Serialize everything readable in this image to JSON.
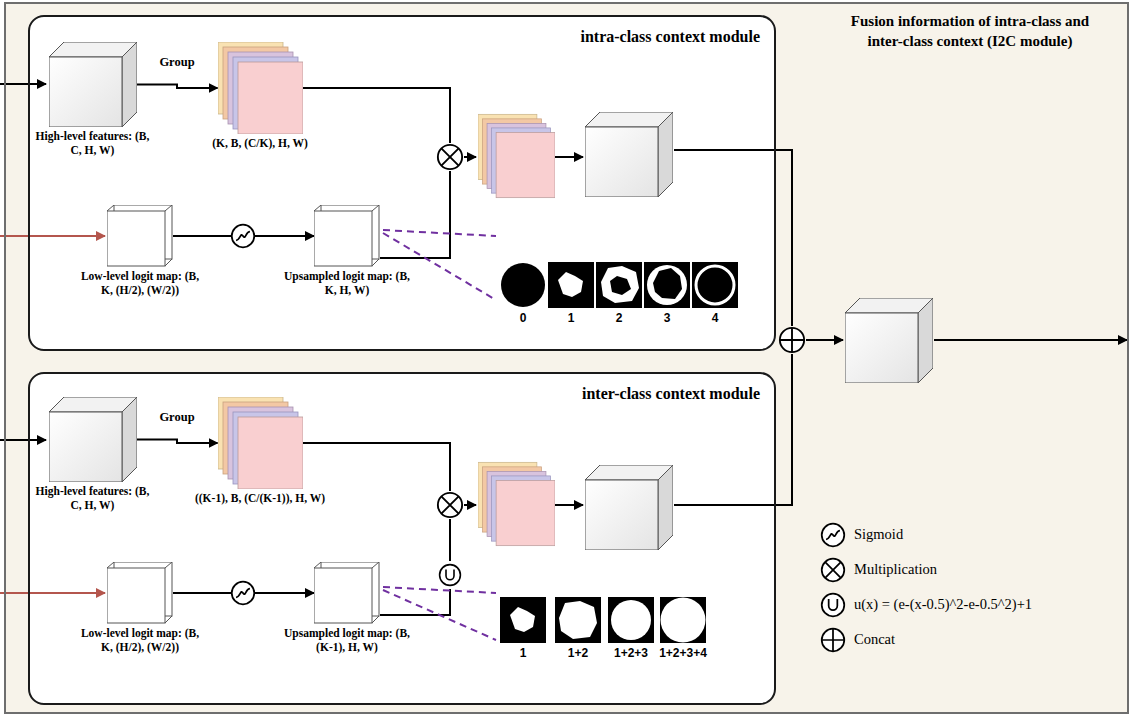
{
  "diagram": {
    "nodes": [
      {
        "text": [
          "Fusion information of intra-class and inter-class context (I2C module)"
        ]
      },
      {
        "text": [
          "intra-class context module"
        ],
        "in": 0
      },
      {
        "text": [
          "High-level features: (B, C, H, W)"
        ],
        "in": 1
      },
      {
        "text": [
          "(K, B, (C/K), H, W)"
        ],
        "in": 1
      },
      {
        "text": [
          "Low-level logit map: (B, K, (H/2), (W/2))"
        ],
        "in": 1
      },
      {
        "text": [
          "Upsampled logit map: (B, K, H, W)"
        ],
        "in": 1
      },
      {
        "text": [
          "inter-class context module"
        ],
        "in": 0
      },
      {
        "text": [
          "High-level features: (B, C, H, W)"
        ],
        "in": 6
      },
      {
        "text": [
          "((K-1), B, (C/(K-1)), H, W)"
        ],
        "in": 6
      },
      {
        "text": [
          "Low-level logit map: (B, K, (H/2), (W/2))"
        ],
        "in": 6
      },
      {
        "text": [
          "Upsampled logit map: (B, (K-1), H, W)"
        ],
        "in": 6
      }
    ],
    "edges": [
      {
        "from": 2,
        "to": 3,
        "arrow": "to",
        "label": "Group"
      },
      {
        "from": 4,
        "to": 5,
        "arrow": "to"
      },
      {
        "from": 7,
        "to": 8,
        "arrow": "to",
        "label": "Group"
      },
      {
        "from": 9,
        "to": 10,
        "arrow": "to"
      }
    ],
    "labels": [
      "0",
      "1",
      "2",
      "3",
      "4",
      "1",
      "1+2",
      "1+2+3",
      "1+2+3+4"
    ],
    "legend": [
      {
        "text": "Sigmoid"
      },
      {
        "text": "Multiplication"
      },
      {
        "text": "u(x) = (e-(x-0.5)^2-e-0.5^2)+1"
      },
      {
        "text": "Concat"
      }
    ]
  }
}
